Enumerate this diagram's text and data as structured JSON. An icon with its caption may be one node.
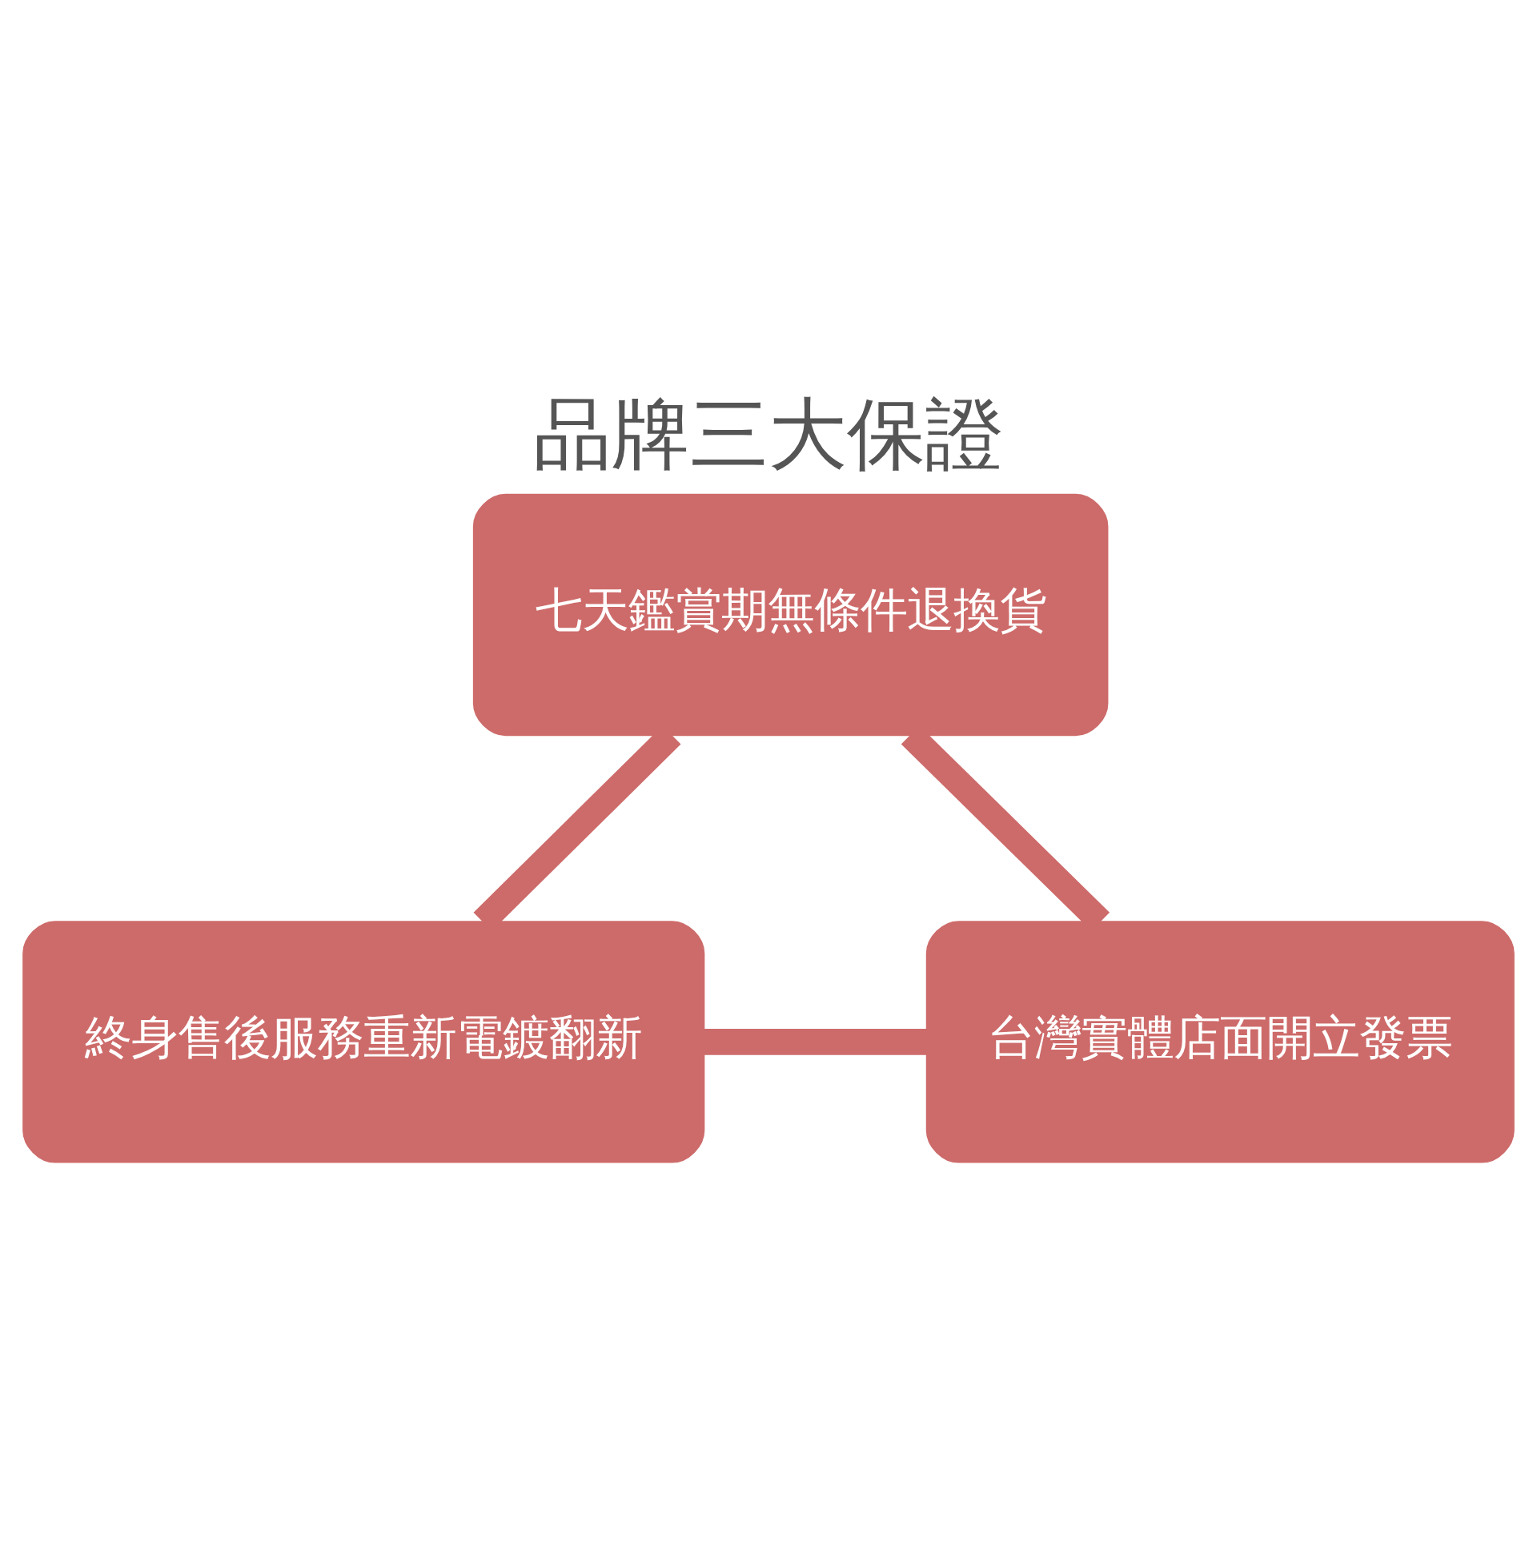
{
  "diagram": {
    "title": "品牌三大保證",
    "nodes": [
      {
        "text": [
          "七天鑑賞期無條件退換貨"
        ]
      },
      {
        "text": [
          "終身售後服務重新電鍍翻新"
        ]
      },
      {
        "text": [
          "台灣實體店面開立發票"
        ]
      }
    ],
    "edges": [
      {
        "from": 0,
        "to": 1,
        "arrow": "none"
      },
      {
        "from": 0,
        "to": 2,
        "arrow": "none"
      },
      {
        "from": 1,
        "to": 2,
        "arrow": "none"
      }
    ]
  }
}
